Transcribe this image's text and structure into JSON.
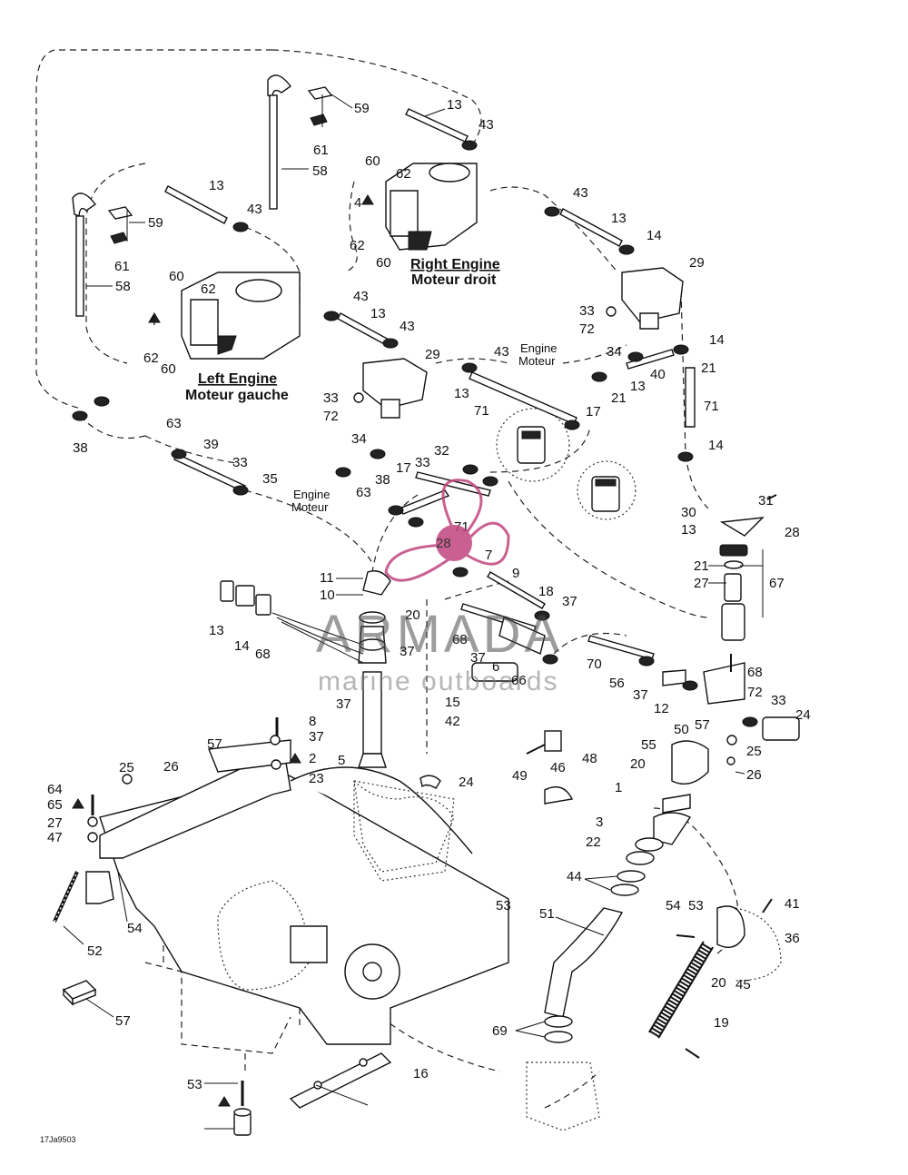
{
  "headers": {
    "right_engine": "Right Engine",
    "right_engine_fr": "Moteur droit",
    "left_engine": "Left Engine",
    "left_engine_fr": "Moteur gauche",
    "engine_label_1": "Engine",
    "engine_label_1_fr": "Moteur",
    "engine_label_2": "Engine",
    "engine_label_2_fr": "Moteur"
  },
  "watermark": {
    "brand": "ARMADA",
    "tagline": "marine outboards",
    "badge_number": "28",
    "brand_color": "#c0457e"
  },
  "figure_code": "17Ja9503",
  "callouts": [
    "59",
    "13",
    "43",
    "61",
    "58",
    "60",
    "62",
    "4",
    "60",
    "62",
    "13",
    "43",
    "59",
    "61",
    "58",
    "60",
    "62",
    "4",
    "62",
    "60",
    "43",
    "13",
    "43",
    "29",
    "33",
    "72",
    "34",
    "43",
    "17",
    "13",
    "38",
    "63",
    "71",
    "29",
    "43",
    "13",
    "33",
    "72",
    "34",
    "14",
    "14",
    "40",
    "21",
    "13",
    "21",
    "71",
    "14",
    "17",
    "38",
    "63",
    "39",
    "33",
    "35",
    "33",
    "32",
    "31",
    "30",
    "13",
    "28",
    "21",
    "27",
    "67",
    "71",
    "7",
    "11",
    "10",
    "9",
    "20",
    "13",
    "14",
    "68",
    "37",
    "18",
    "37",
    "68",
    "37",
    "6",
    "66",
    "70",
    "56",
    "37",
    "15",
    "42",
    "37",
    "12",
    "68",
    "72",
    "33",
    "24",
    "57",
    "25",
    "26",
    "8",
    "37",
    "2",
    "23",
    "5",
    "24",
    "57",
    "25",
    "26",
    "64",
    "65",
    "27",
    "47",
    "46",
    "48",
    "49",
    "50",
    "55",
    "20",
    "1",
    "3",
    "22",
    "44",
    "53",
    "54",
    "52",
    "51",
    "54",
    "53",
    "41",
    "36",
    "20",
    "45",
    "19",
    "57",
    "69",
    "16",
    "53"
  ]
}
